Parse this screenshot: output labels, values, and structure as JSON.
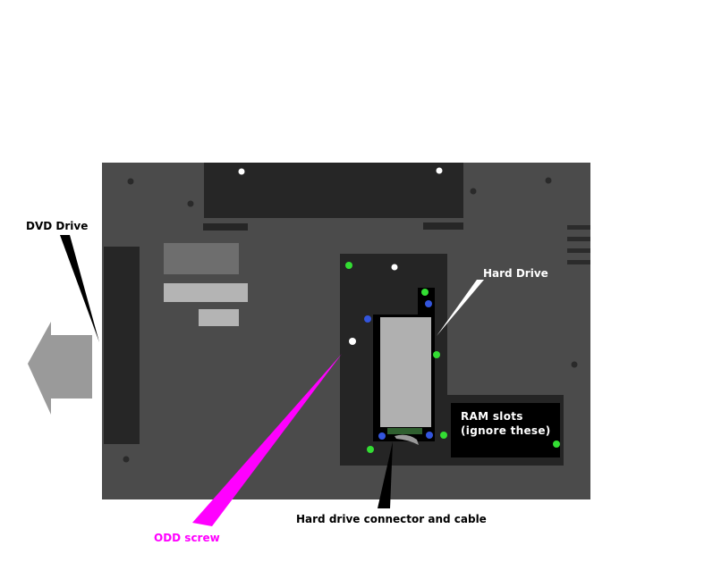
{
  "labels": {
    "dvd_drive": "DVD Drive",
    "hard_drive": "Hard Drive",
    "ram_slots": "RAM slots\n(ignore these)",
    "hd_connector": "Hard drive connector and cable",
    "odd_screw": "ODD screw"
  },
  "colors": {
    "chassis": "#4b4b4b",
    "dark_panel": "#252525",
    "ram_box": "#000000",
    "label_text": "#000000",
    "label_text_on_dark": "#ffffff",
    "odd_pointer": "#ff00ff",
    "screw_green": "#33dd33",
    "screw_blue": "#3355dd",
    "screw_white": "#ffffff",
    "arrow_gray": "#9a9a9a"
  }
}
